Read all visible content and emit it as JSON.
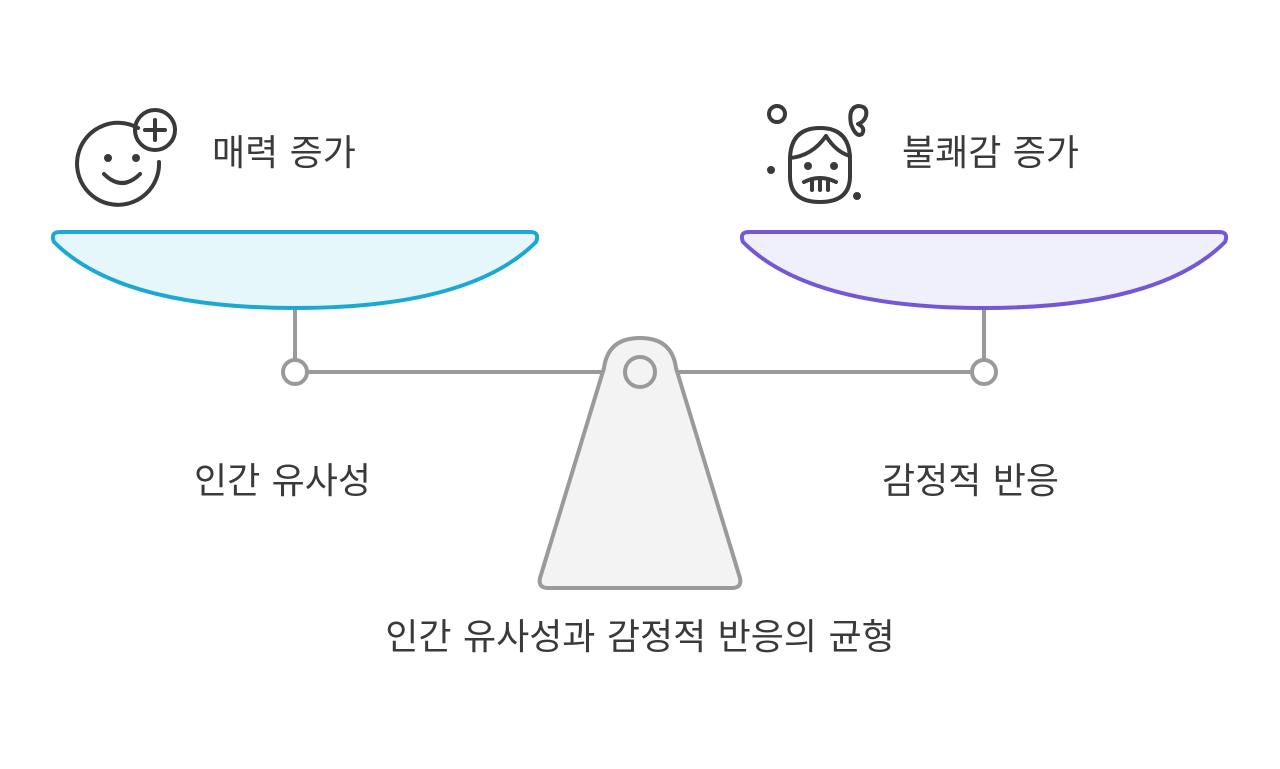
{
  "diagram": {
    "left": {
      "top_label": "매력 증가",
      "bottom_label": "인간 유사성",
      "icon": "smiley-plus-icon",
      "pan_fill": "#e6f7fc",
      "pan_stroke": "#1ba8d2"
    },
    "right": {
      "top_label": "불쾌감 증가",
      "bottom_label": "감정적 반응",
      "icon": "grimacing-face-icon",
      "pan_fill": "#f0effc",
      "pan_stroke": "#7357d6"
    },
    "caption": "인간 유사성과 감정적 반응의 균형",
    "beam_color": "#9a9a9a",
    "stand_fill": "#f3f3f3"
  }
}
